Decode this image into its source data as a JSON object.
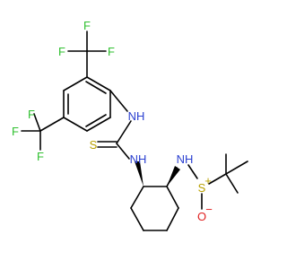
{
  "molecule": {
    "atoms": {
      "f1": "F",
      "f2": "F",
      "f3": "F",
      "f4": "F",
      "f5": "F",
      "f6": "F",
      "nh1": "NH",
      "s_thio": "S",
      "nh2": "NH",
      "nh3": "NH",
      "s_sulf": "S",
      "o": "O"
    },
    "colors": {
      "fluorine": "#30c030",
      "nitrogen": "#2a3fd0",
      "sulfur": "#b8a000",
      "oxygen": "#e02020",
      "bond": "#000000"
    },
    "stereo_marks": {
      "s_sulf": "+",
      "o": "−"
    }
  }
}
